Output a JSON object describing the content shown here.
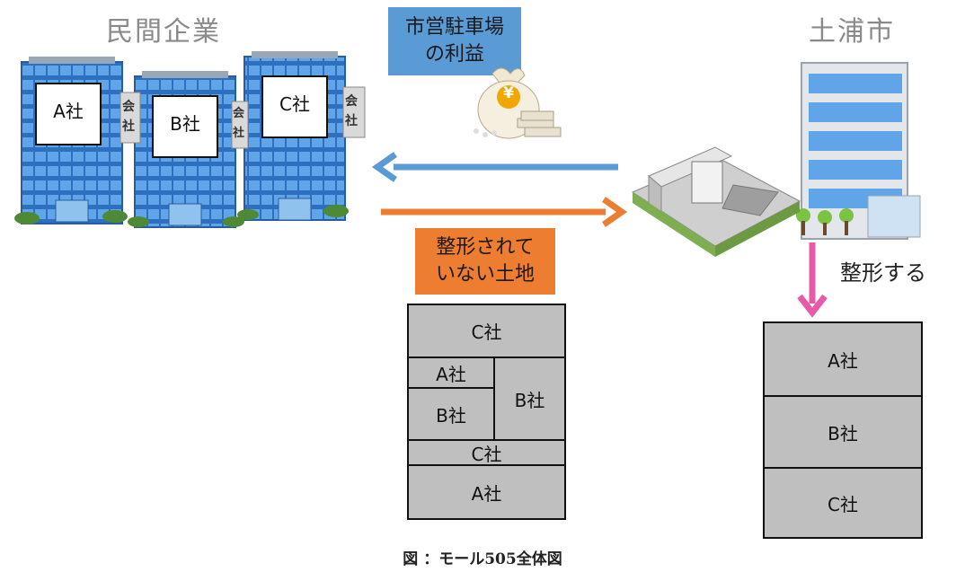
{
  "titles": {
    "left": "民間企業",
    "right": "土浦市"
  },
  "labels": {
    "profit": "市営駐車場\nの利益",
    "irregular_land": "整形されて\nいない土地",
    "reshape": "整形する",
    "yen_symbol": "¥"
  },
  "buildings": {
    "a": "A社",
    "b": "B社",
    "c": "C社",
    "sign_chars": [
      "会",
      "社"
    ]
  },
  "before_plots": [
    "C社",
    "A社",
    "B社",
    "B社",
    "C社",
    "A社"
  ],
  "after_plots": [
    "A社",
    "B社",
    "C社"
  ],
  "caption": "図 ：モール505全体図",
  "colors": {
    "blue_label": "#5b9bd5",
    "orange_label": "#ed7d31",
    "blue_arrow": "#5b9bd5",
    "orange_arrow": "#ed7d31",
    "pink_arrow": "#e85aa8",
    "plot_gray": "#bfbfbf"
  }
}
